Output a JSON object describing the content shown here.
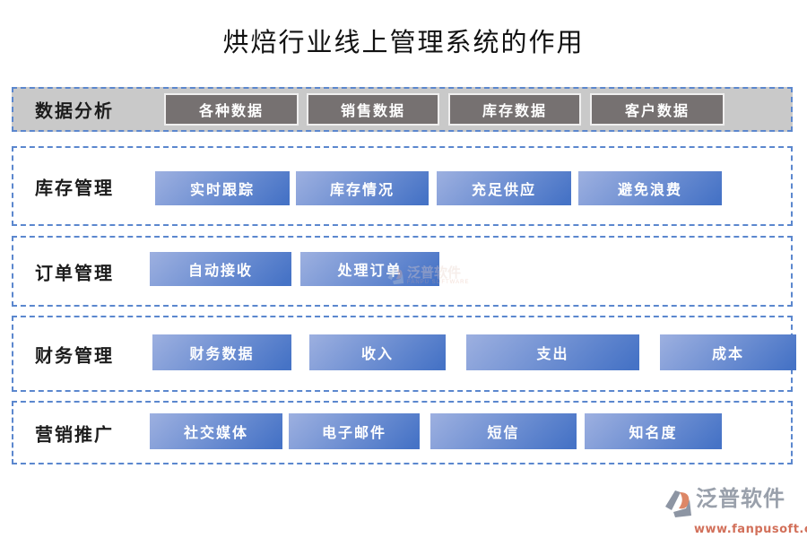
{
  "title": "烘焙行业线上管理系统的作用",
  "rows": [
    {
      "label": "数据分析",
      "buttons": [
        "各种数据",
        "销售数据",
        "库存数据",
        "客户数据"
      ]
    },
    {
      "label": "库存管理",
      "buttons": [
        "实时跟踪",
        "库存情况",
        "充足供应",
        "避免浪费"
      ]
    },
    {
      "label": "订单管理",
      "buttons": [
        "自动接收",
        "处理订单"
      ]
    },
    {
      "label": "财务管理",
      "buttons": [
        "财务数据",
        "收入",
        "支出",
        "成本"
      ]
    },
    {
      "label": "营销推广",
      "buttons": [
        "社交媒体",
        "电子邮件",
        "短信",
        "知名度"
      ]
    }
  ],
  "watermark": {
    "text": "泛普软件",
    "subtext": "FANPU SOFTWARE"
  },
  "logo": {
    "name": "泛普软件",
    "url": "www.fanpusoft.com"
  },
  "colors": {
    "dashed_border": "#5b87ce",
    "gray_band": "#c9c9c9",
    "gray_button": "#767171",
    "blue_gradient_light": "#9db0e0",
    "blue_gradient_dark": "#4673c6",
    "logo_gray": "#99a0ab",
    "logo_orange": "#dd8766",
    "logo_url_color": "#d2705a"
  }
}
